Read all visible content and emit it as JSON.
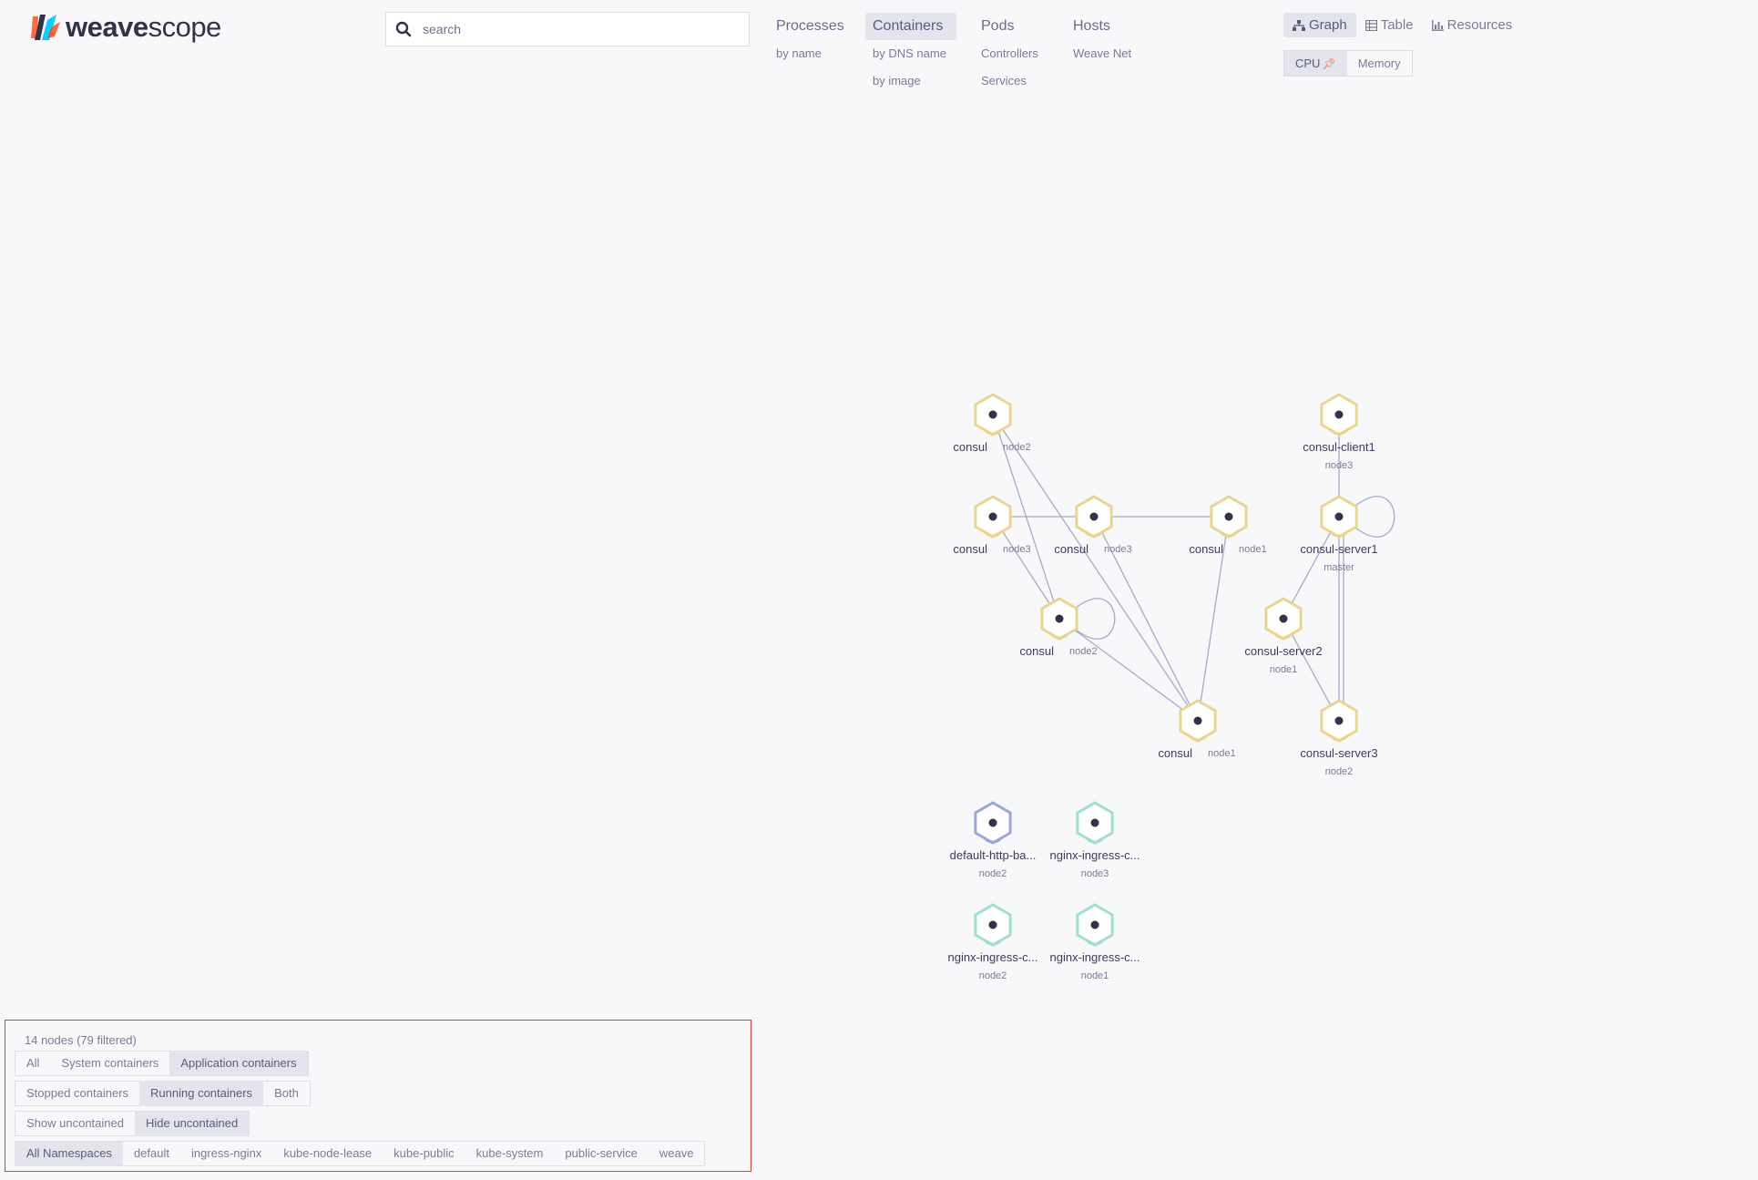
{
  "logo": {
    "text_bold": "weave",
    "text_rest": "scope"
  },
  "search": {
    "placeholder": "search"
  },
  "topologies": [
    {
      "label": "Processes",
      "subs": [
        "by name"
      ],
      "active": false
    },
    {
      "label": "Containers",
      "subs": [
        "by DNS name",
        "by image"
      ],
      "active": true
    },
    {
      "label": "Pods",
      "subs": [
        "Controllers",
        "Services"
      ],
      "active": false
    },
    {
      "label": "Hosts",
      "subs": [
        "Weave Net"
      ],
      "active": false
    }
  ],
  "views": [
    {
      "label": "Graph",
      "icon": "graph-icon",
      "active": true
    },
    {
      "label": "Table",
      "icon": "table-icon",
      "active": false
    },
    {
      "label": "Resources",
      "icon": "resources-icon",
      "active": false
    }
  ],
  "metrics": [
    {
      "label": "CPU",
      "pinned": true,
      "active": true
    },
    {
      "label": "Memory",
      "pinned": false,
      "active": false
    }
  ],
  "colors": {
    "consul": "#e8d58f",
    "nginx": "#9fe0c8",
    "default_backend": "#9aa7d8",
    "edge": "#a8a8c8",
    "accent_pin": "#ff5a2d"
  },
  "graph": {
    "nodes": [
      {
        "id": "n1",
        "label": "consul",
        "sub": "node2",
        "type": "consul"
      },
      {
        "id": "n2",
        "label": "consul-client1",
        "sub": "node3",
        "type": "consul"
      },
      {
        "id": "n3",
        "label": "consul",
        "sub": "node3",
        "type": "consul"
      },
      {
        "id": "n4",
        "label": "consul",
        "sub": "node3",
        "type": "consul"
      },
      {
        "id": "n5",
        "label": "consul",
        "sub": "node1",
        "type": "consul"
      },
      {
        "id": "n6",
        "label": "consul-server1",
        "sub": "master",
        "type": "consul"
      },
      {
        "id": "n7",
        "label": "consul",
        "sub": "node2",
        "type": "consul"
      },
      {
        "id": "n8",
        "label": "consul-server2",
        "sub": "node1",
        "type": "consul"
      },
      {
        "id": "n9",
        "label": "consul",
        "sub": "node1",
        "type": "consul"
      },
      {
        "id": "n10",
        "label": "consul-server3",
        "sub": "node2",
        "type": "consul"
      },
      {
        "id": "n11",
        "label": "default-http-ba...",
        "sub": "node2",
        "type": "default_backend"
      },
      {
        "id": "n12",
        "label": "nginx-ingress-c...",
        "sub": "node3",
        "type": "nginx"
      },
      {
        "id": "n13",
        "label": "nginx-ingress-c...",
        "sub": "node2",
        "type": "nginx"
      },
      {
        "id": "n14",
        "label": "nginx-ingress-c...",
        "sub": "node1",
        "type": "nginx"
      }
    ]
  },
  "footer": {
    "node_count": "14 nodes (79 filtered)",
    "rows": [
      [
        {
          "label": "All",
          "active": false
        },
        {
          "label": "System containers",
          "active": false
        },
        {
          "label": "Application containers",
          "active": true
        }
      ],
      [
        {
          "label": "Stopped containers",
          "active": false
        },
        {
          "label": "Running containers",
          "active": true
        },
        {
          "label": "Both",
          "active": false
        }
      ],
      [
        {
          "label": "Show uncontained",
          "active": false
        },
        {
          "label": "Hide uncontained",
          "active": true
        }
      ],
      [
        {
          "label": "All Namespaces",
          "active": true
        },
        {
          "label": "default",
          "active": false
        },
        {
          "label": "ingress-nginx",
          "active": false
        },
        {
          "label": "kube-node-lease",
          "active": false
        },
        {
          "label": "kube-public",
          "active": false
        },
        {
          "label": "kube-system",
          "active": false
        },
        {
          "label": "public-service",
          "active": false
        },
        {
          "label": "weave",
          "active": false
        }
      ]
    ]
  }
}
